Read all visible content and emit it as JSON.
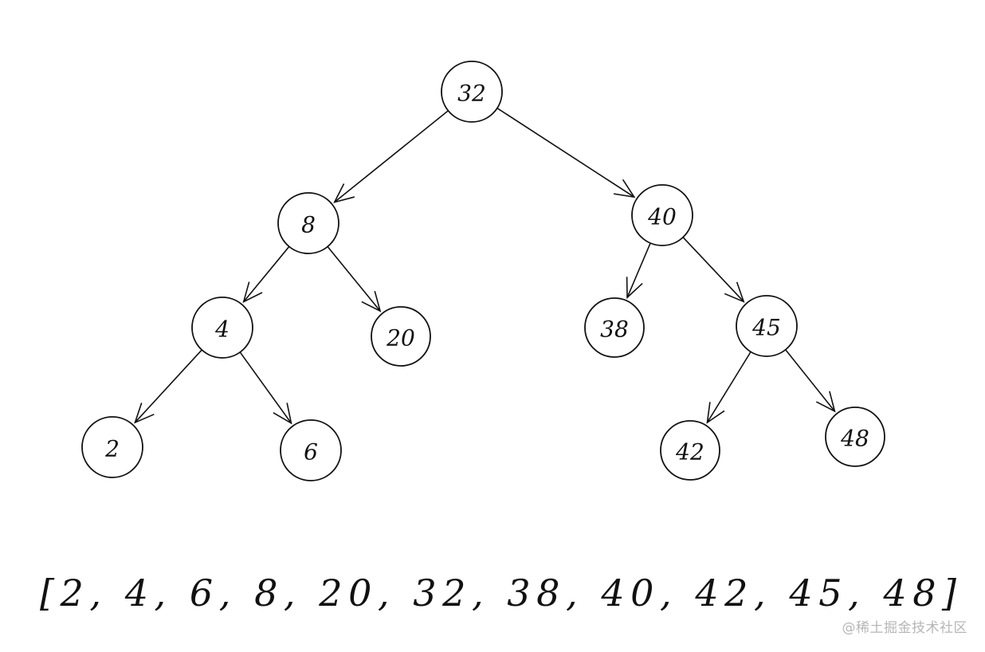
{
  "tree": {
    "nodes": [
      {
        "id": "n32",
        "label": "32"
      },
      {
        "id": "n8",
        "label": "8"
      },
      {
        "id": "n40",
        "label": "40"
      },
      {
        "id": "n4",
        "label": "4"
      },
      {
        "id": "n20",
        "label": "20"
      },
      {
        "id": "n38",
        "label": "38"
      },
      {
        "id": "n45",
        "label": "45"
      },
      {
        "id": "n2",
        "label": "2"
      },
      {
        "id": "n6",
        "label": "6"
      },
      {
        "id": "n42",
        "label": "42"
      },
      {
        "id": "n48",
        "label": "48"
      }
    ],
    "edges": [
      {
        "from": "n32",
        "to": "n8"
      },
      {
        "from": "n32",
        "to": "n40"
      },
      {
        "from": "n8",
        "to": "n4"
      },
      {
        "from": "n8",
        "to": "n20"
      },
      {
        "from": "n4",
        "to": "n2"
      },
      {
        "from": "n4",
        "to": "n6"
      },
      {
        "from": "n40",
        "to": "n38"
      },
      {
        "from": "n40",
        "to": "n45"
      },
      {
        "from": "n45",
        "to": "n42"
      },
      {
        "from": "n45",
        "to": "n48"
      }
    ]
  },
  "sorted_array": {
    "text": "[2, 4, 6, 8, 20, 32, 38, 40, 42, 45, 48]"
  },
  "watermark": {
    "text": "@稀土掘金技术社区"
  }
}
